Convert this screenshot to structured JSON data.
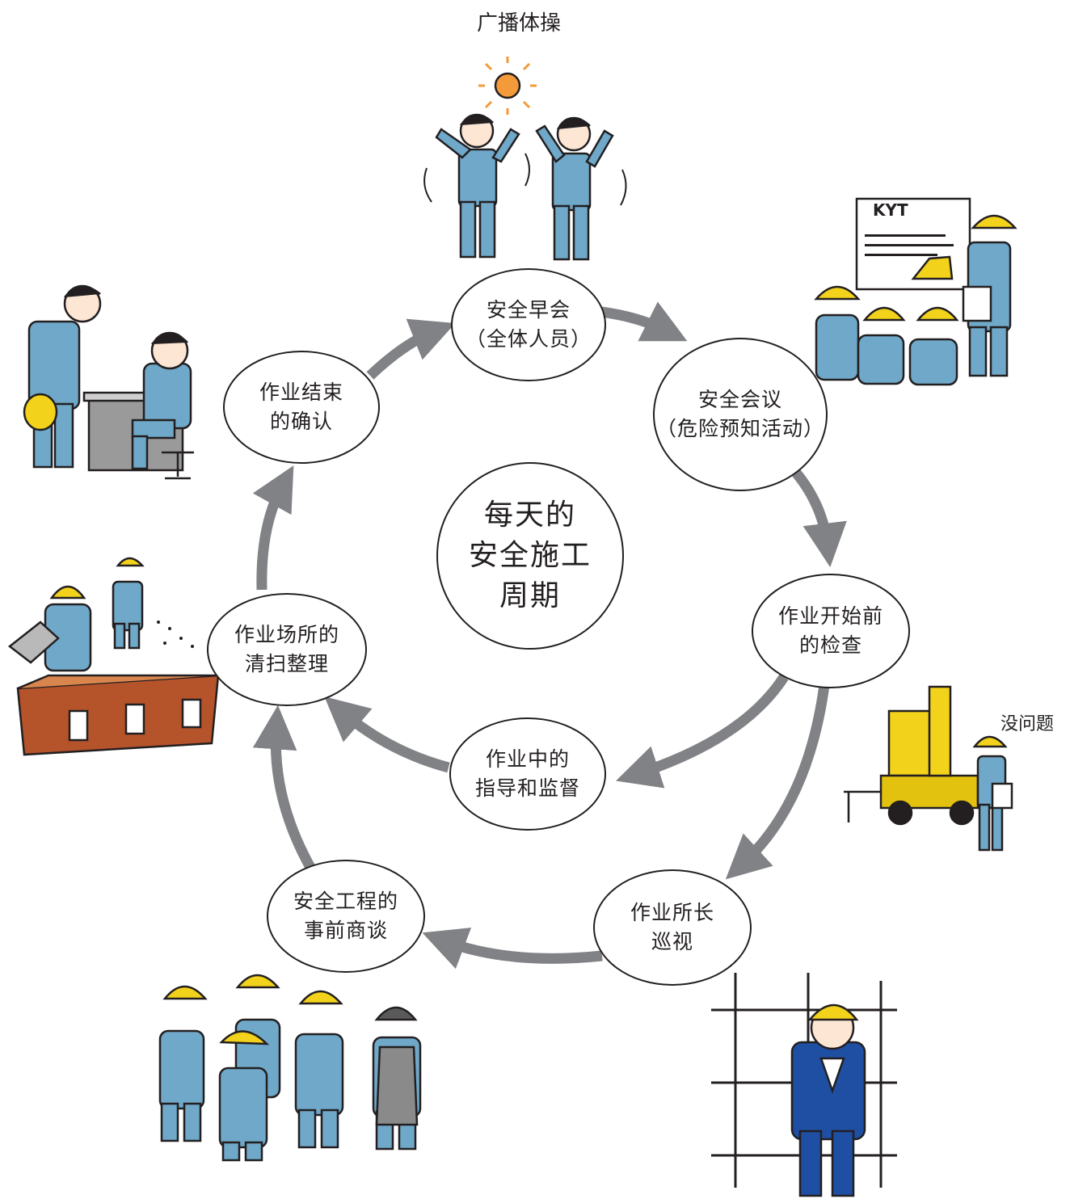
{
  "center": {
    "line1": "每天的",
    "line2": "安全施工",
    "line3": "周期"
  },
  "top_label": "广播体操",
  "side_label": "没问题",
  "steps": [
    {
      "line1": "安全早会",
      "line2": "（全体人员）"
    },
    {
      "line1": "安全会议",
      "line2": "（危险预知活动）"
    },
    {
      "line1": "作业开始前",
      "line2": "的检查"
    },
    {
      "line1": "作业所长",
      "line2": "巡视"
    },
    {
      "line1": "安全工程的",
      "line2": "事前商谈"
    },
    {
      "line1": "作业中的",
      "line2": "指导和监督"
    },
    {
      "line1": "作业场所的",
      "line2": "清扫整理"
    },
    {
      "line1": "作业结束",
      "line2": "的确认"
    }
  ],
  "kyt_text": "KYT",
  "colors": {
    "arrow": "#808285",
    "outline": "#231f20",
    "uniform": "#6fa8c9",
    "helmet": "#f2d21b",
    "suit": "#1f4fa3",
    "crate": "#b5532b",
    "sun": "#f39a3a"
  }
}
